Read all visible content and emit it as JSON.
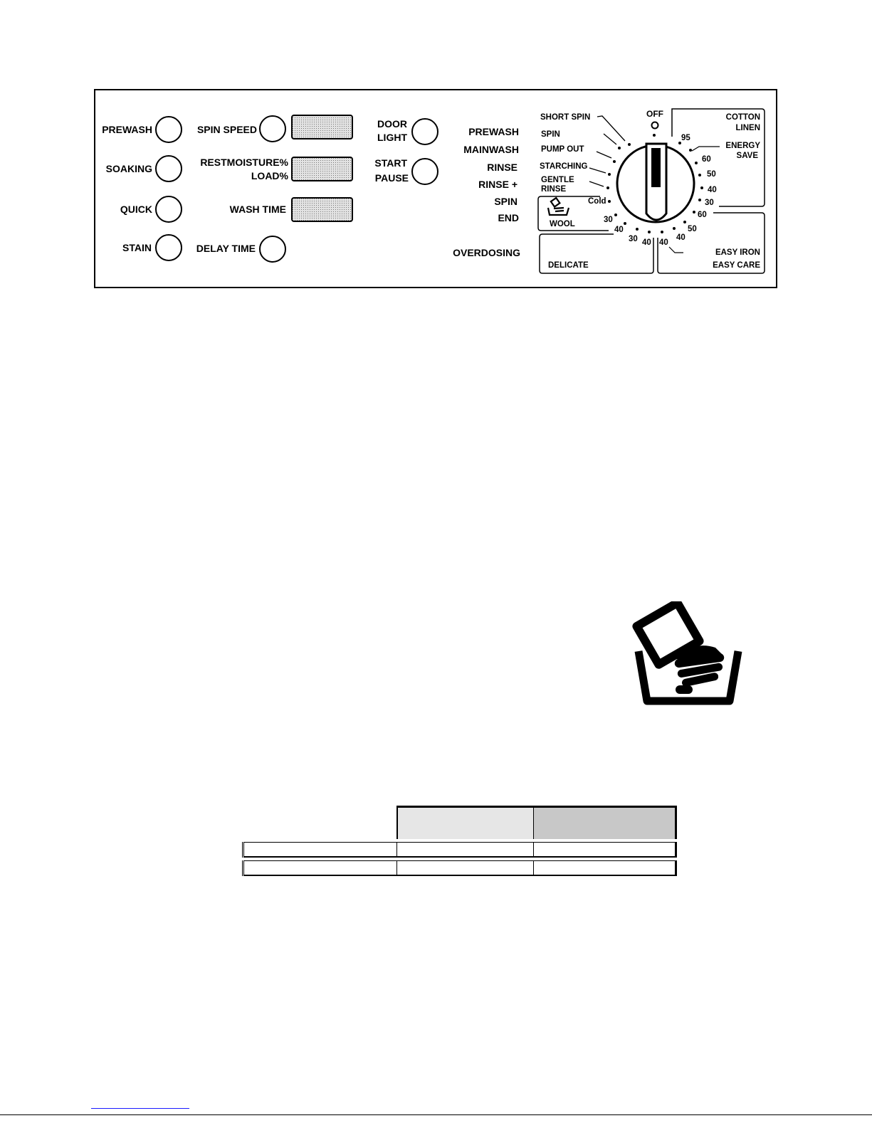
{
  "panel": {
    "left_buttons": [
      "PREWASH",
      "SOAKING",
      "QUICK",
      "STAIN"
    ],
    "mid_labels": {
      "spin_speed": "SPIN SPEED",
      "restmoisture": "RESTMOISTURE%",
      "load": "LOAD%",
      "wash_time": "WASH TIME",
      "delay_time": "DELAY TIME"
    },
    "door_light": [
      "DOOR",
      "LIGHT"
    ],
    "start_pause": [
      "START",
      "PAUSE"
    ],
    "status_labels": [
      "PREWASH",
      "MAINWASH",
      "RINSE",
      "RINSE +",
      "SPIN",
      "END",
      "OVERDOSING"
    ],
    "dial": {
      "off": "OFF",
      "special_programs": [
        "SHORT SPIN",
        "SPIN",
        "PUMP OUT",
        "STARCHING",
        "GENTLE",
        "RINSE"
      ],
      "cotton": [
        "COTTON",
        "LINEN"
      ],
      "energy": [
        "ENERGY",
        "SAVE"
      ],
      "cotton_temps": [
        "95",
        "60",
        "50",
        "40",
        "30"
      ],
      "easy_temps": [
        "60",
        "50",
        "40",
        "40"
      ],
      "easy": [
        "EASY IRON",
        "EASY CARE"
      ],
      "delicate": "DELICATE",
      "delicate_temps": [
        "30",
        "40"
      ],
      "wool": "WOOL",
      "wool_temps": [
        "Cold",
        "30",
        "40"
      ]
    }
  },
  "colors": {
    "display_fill": "#d4d4d4",
    "table_header_1": "#e6e6e6",
    "table_header_2": "#c8c8c8",
    "link_underline": "#1a1aff"
  }
}
